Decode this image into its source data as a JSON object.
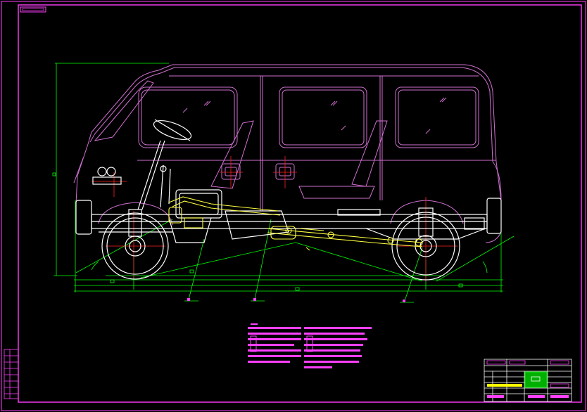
{
  "drawing": {
    "colors": {
      "background": "#000000",
      "border": "#ff40ff",
      "body": "#d070d0",
      "chassis": "#ffffff",
      "drivetrain": "#ffff00",
      "dimension": "#00ff00",
      "centerline": "#ff2020",
      "table": "#ff00ff",
      "titleblock_fill": "#00b000"
    },
    "views": [
      "side-elevation"
    ],
    "notes_lines": 7,
    "title_block_rows": 9
  }
}
